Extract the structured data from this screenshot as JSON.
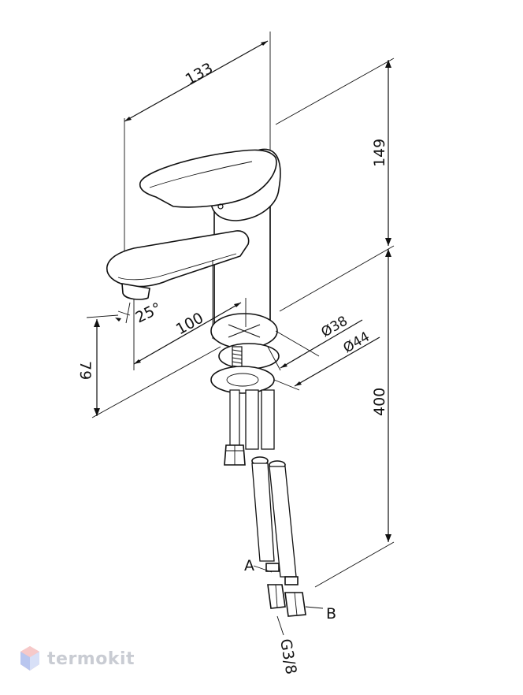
{
  "dimensions": {
    "width_top": "133",
    "upper_height": "149",
    "lower_height": "400",
    "spout_reach": "100",
    "spout_angle": "25°",
    "spout_height": "79",
    "diameter_small": "Ø38",
    "diameter_large": "Ø44"
  },
  "connections": {
    "label_a": "A",
    "label_b": "B",
    "thread": "G3/8"
  },
  "watermark": {
    "text": "termokit"
  }
}
